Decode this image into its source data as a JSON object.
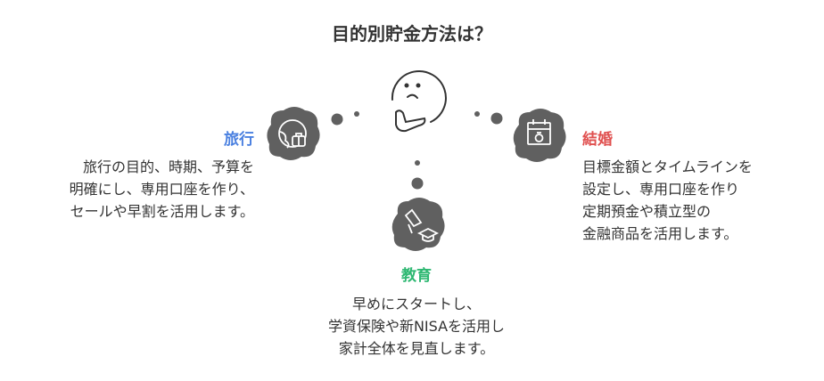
{
  "title": "目的別貯金方法は？",
  "colors": {
    "travel": "#4a80e0",
    "wedding": "#e0504f",
    "education": "#2eb872",
    "icon_bg": "#606060"
  },
  "center_icon": "thinking-face-icon",
  "branches": [
    {
      "key": "travel",
      "label": "旅行",
      "icon": "globe-luggage-icon",
      "lines": [
        "旅行の目的、時期、予算を",
        "明確にし、専用口座を作り、",
        "セールや早割を活用します。"
      ]
    },
    {
      "key": "wedding",
      "label": "結婚",
      "icon": "calendar-ring-icon",
      "lines": [
        "目標金額とタイムラインを",
        "設定し、専用口座を作り",
        "定期預金や積立型の",
        "金融商品を活用します。"
      ]
    },
    {
      "key": "education",
      "label": "教育",
      "icon": "megaphone-graduation-cap-icon",
      "lines": [
        "早めにスタートし、",
        "学資保険や新NISAを活用し",
        "家計全体を見直します。"
      ]
    }
  ]
}
